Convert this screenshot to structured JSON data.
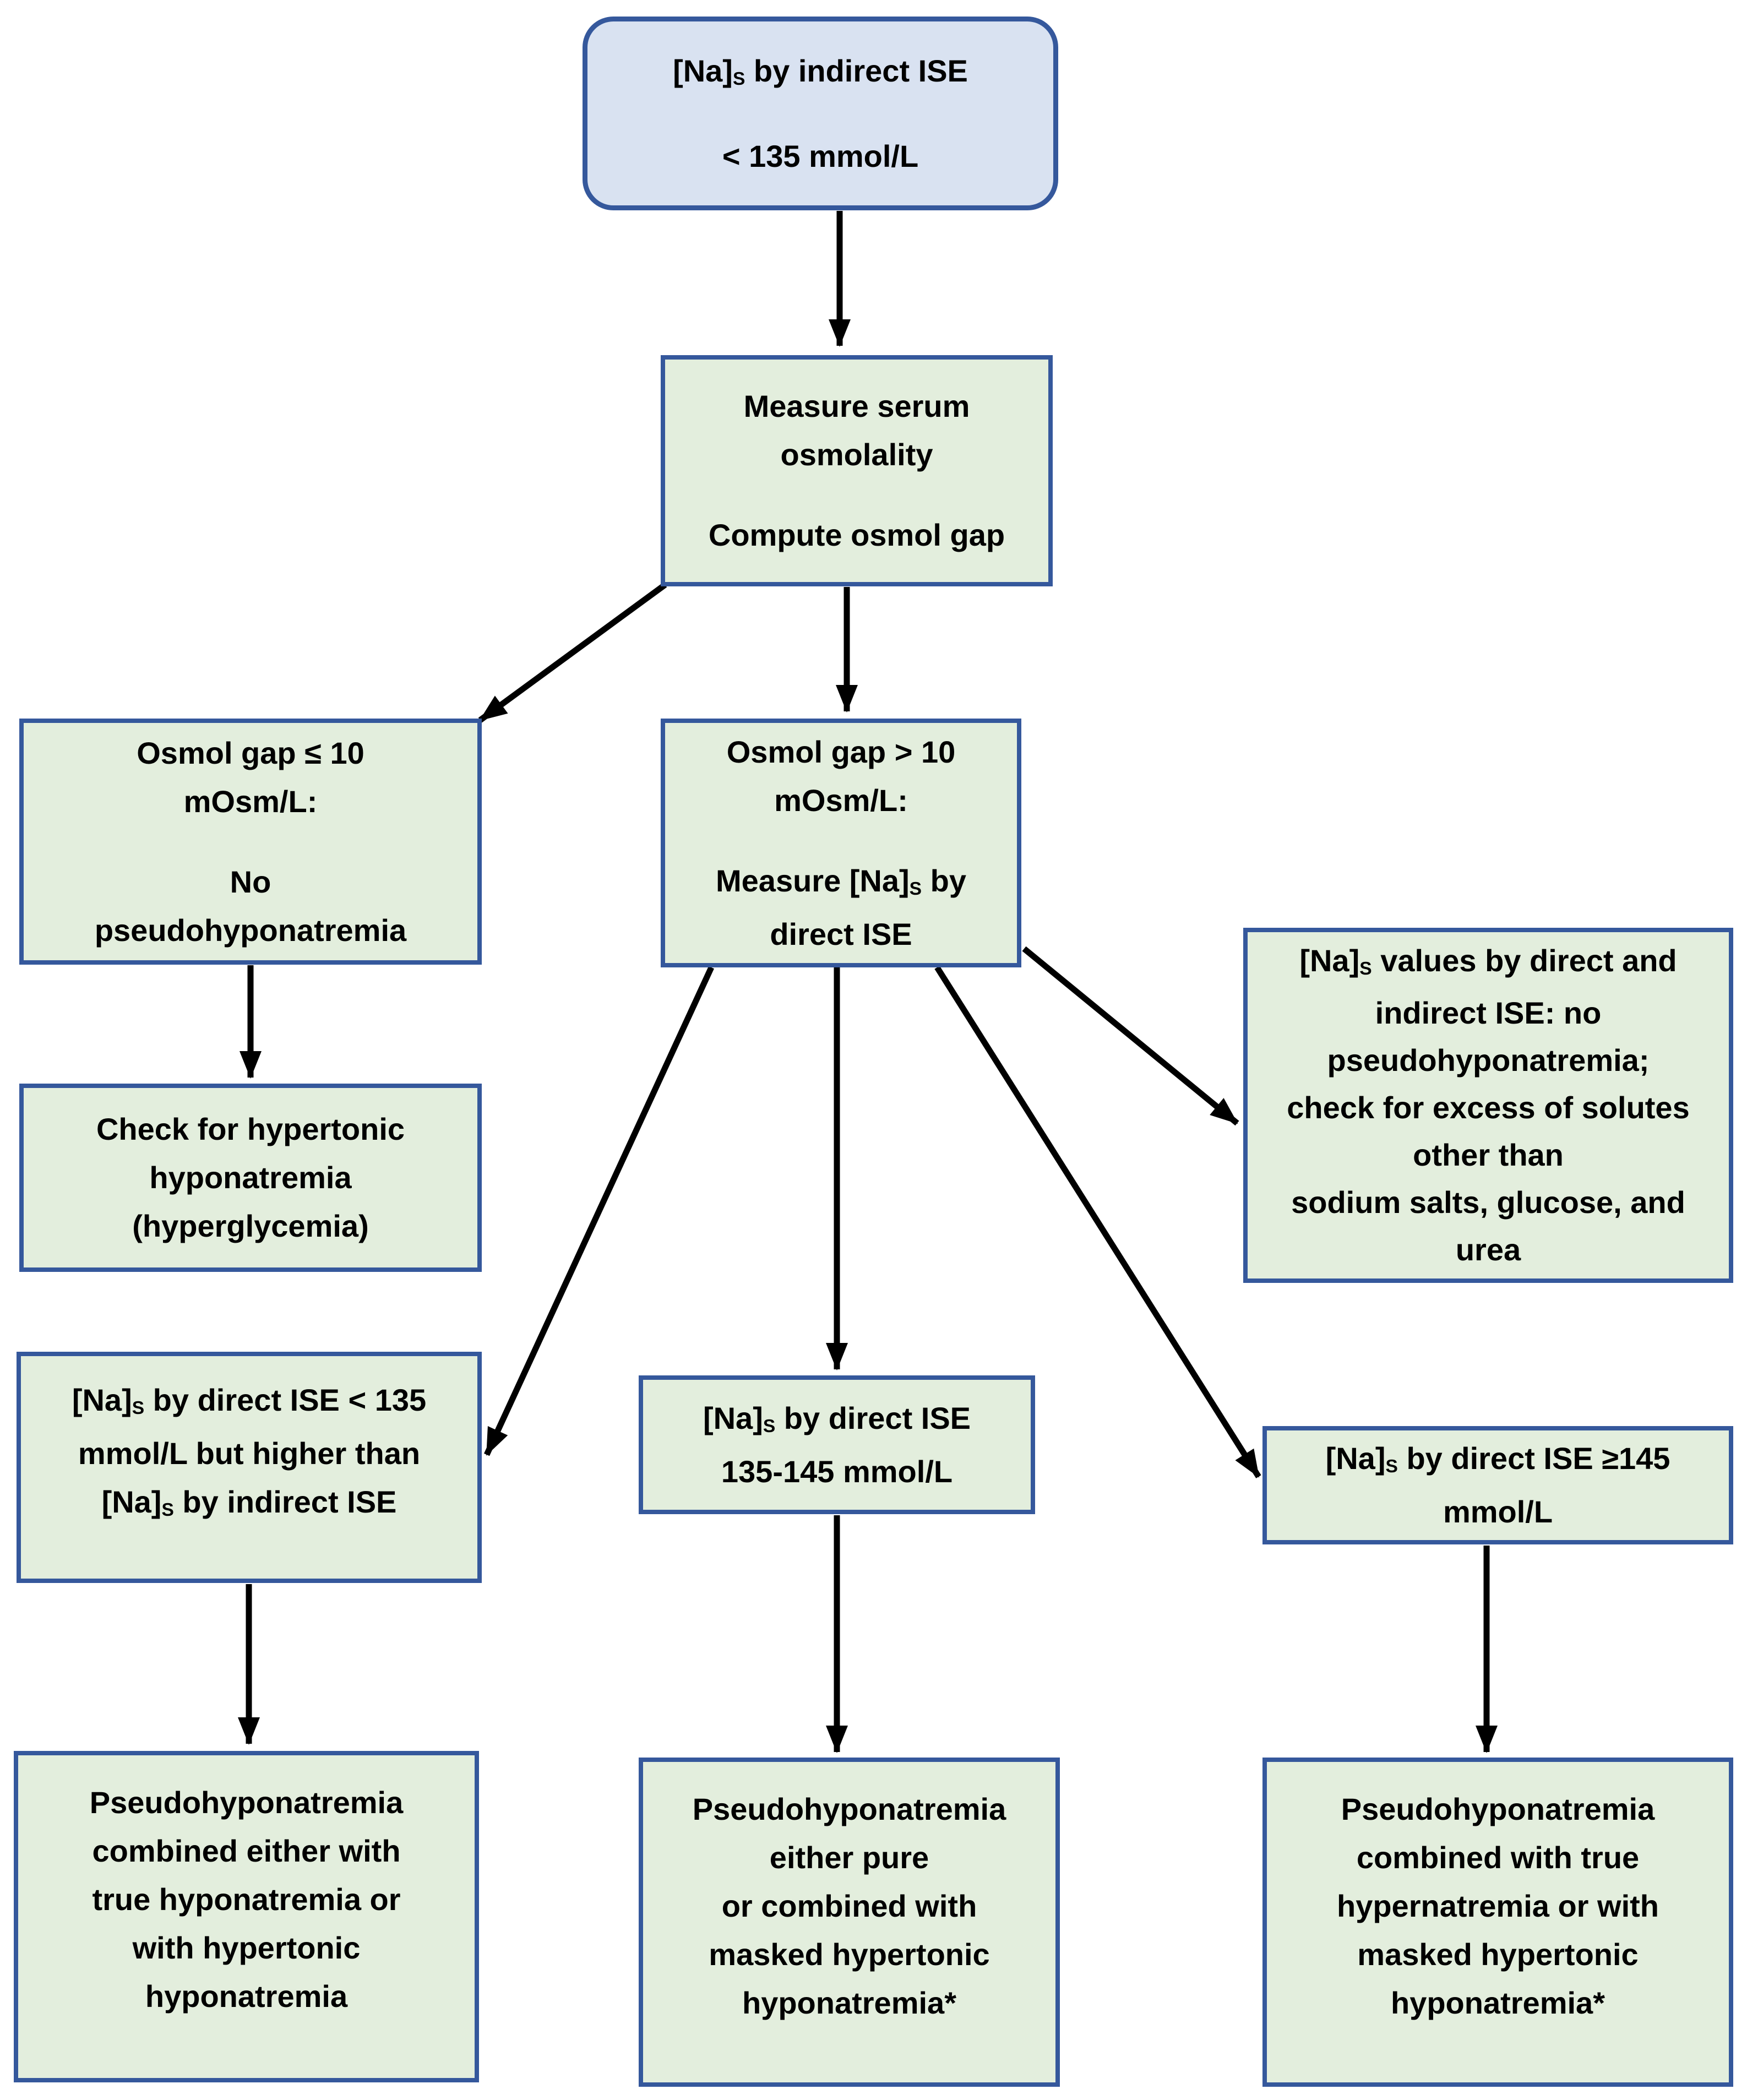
{
  "colors": {
    "box_border": "#35589c",
    "green_fill": "#e3eedd",
    "blue_fill": "#d9e2f1",
    "arrow": "#000000",
    "text": "#000000"
  },
  "nodes": {
    "indirect_ise": {
      "paragraphs": [
        [
          [
            "[Na]",
            {
              "sub": "S"
            },
            " by indirect ISE"
          ]
        ],
        [
          [
            "< 135 mmol/L"
          ]
        ]
      ]
    },
    "measure_osmolality": {
      "paragraphs": [
        [
          [
            "Measure serum"
          ],
          [
            "osmolality"
          ]
        ],
        [
          [
            "Compute osmol gap"
          ]
        ]
      ]
    },
    "osmol_gap_le_10": {
      "paragraphs": [
        [
          [
            "Osmol gap ≤ 10"
          ],
          [
            "mOsm/L:"
          ]
        ],
        [
          [
            "No"
          ],
          [
            "pseudohyponatremia"
          ]
        ]
      ]
    },
    "osmol_gap_gt_10": {
      "paragraphs": [
        [
          [
            "Osmol gap > 10"
          ],
          [
            "mOsm/L:"
          ]
        ],
        [
          [
            "Measure [Na]",
            {
              "sub": "S"
            },
            " by"
          ],
          [
            "direct ISE"
          ]
        ]
      ]
    },
    "similar_values": {
      "paragraphs": [
        [
          [
            "[Na]",
            {
              "sub": "S"
            },
            " values by direct and"
          ],
          [
            "indirect ISE: no"
          ],
          [
            "pseudohyponatremia;"
          ],
          [
            "check for excess of solutes"
          ],
          [
            "other than"
          ],
          [
            "sodium salts, glucose, and"
          ],
          [
            "urea"
          ]
        ]
      ]
    },
    "check_hypertonic": {
      "paragraphs": [
        [
          [
            "Check for hypertonic"
          ],
          [
            "hyponatremia"
          ],
          [
            "(hyperglycemia)"
          ]
        ]
      ]
    },
    "direct_lt_135": {
      "paragraphs": [
        [
          [
            "[Na]",
            {
              "sub": "S"
            },
            " by direct ISE < 135"
          ],
          [
            "mmol/L but higher than"
          ],
          [
            "[Na]",
            {
              "sub": "S"
            },
            " by indirect ISE"
          ]
        ]
      ]
    },
    "direct_135_145": {
      "paragraphs": [
        [
          [
            "[Na]",
            {
              "sub": "S"
            },
            " by direct ISE"
          ],
          [
            "135-145 mmol/L"
          ]
        ]
      ]
    },
    "direct_ge_145": {
      "paragraphs": [
        [
          [
            "[Na]",
            {
              "sub": "S"
            },
            " by direct ISE ≥145"
          ],
          [
            "mmol/L"
          ]
        ]
      ]
    },
    "outcome_combined_true_hypo": {
      "paragraphs": [
        [
          [
            "Pseudohyponatremia"
          ],
          [
            "combined either with"
          ],
          [
            "true hyponatremia or"
          ],
          [
            "with hypertonic"
          ],
          [
            "hyponatremia"
          ]
        ]
      ]
    },
    "outcome_pure_or_masked": {
      "paragraphs": [
        [
          [
            "Pseudohyponatremia"
          ],
          [
            "either pure"
          ],
          [
            "or combined with"
          ],
          [
            "masked hypertonic"
          ],
          [
            "hyponatremia*"
          ]
        ]
      ]
    },
    "outcome_true_hypernatremia": {
      "paragraphs": [
        [
          [
            "Pseudohyponatremia"
          ],
          [
            "combined with true"
          ],
          [
            "hypernatremia or with"
          ],
          [
            "masked hypertonic"
          ],
          [
            "hyponatremia*"
          ]
        ]
      ]
    }
  },
  "edges": [
    {
      "from": "indirect_ise",
      "to": "measure_osmolality"
    },
    {
      "from": "measure_osmolality",
      "to": "osmol_gap_le_10"
    },
    {
      "from": "measure_osmolality",
      "to": "osmol_gap_gt_10"
    },
    {
      "from": "osmol_gap_le_10",
      "to": "check_hypertonic"
    },
    {
      "from": "osmol_gap_gt_10",
      "to": "direct_lt_135"
    },
    {
      "from": "osmol_gap_gt_10",
      "to": "direct_135_145"
    },
    {
      "from": "osmol_gap_gt_10",
      "to": "direct_ge_145"
    },
    {
      "from": "osmol_gap_gt_10",
      "to": "similar_values"
    },
    {
      "from": "direct_lt_135",
      "to": "outcome_combined_true_hypo"
    },
    {
      "from": "direct_135_145",
      "to": "outcome_pure_or_masked"
    },
    {
      "from": "direct_ge_145",
      "to": "outcome_true_hypernatremia"
    }
  ]
}
